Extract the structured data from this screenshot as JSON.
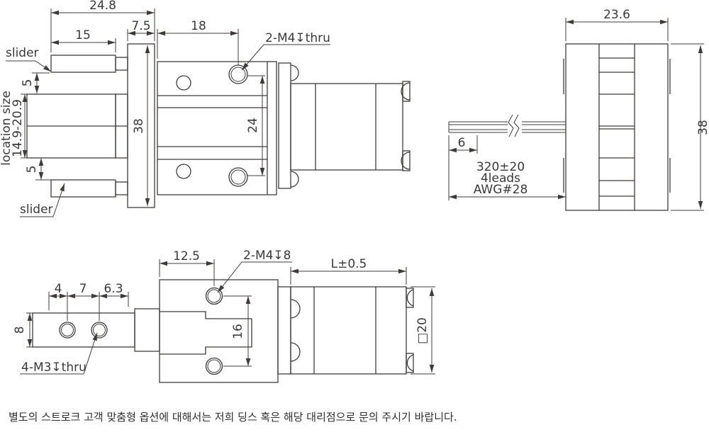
{
  "note": "별도의 스트로크 고객 맞춤형 옵션에 대해서는 저희 딩스 혹은 해당 대리점으로 문의 주시기 바랍니다.",
  "colors": {
    "line": "#403b38",
    "text": "#3a3a3a"
  },
  "views": {
    "front": {
      "labels": {
        "dim_24_8": "24.8",
        "dim_15": "15",
        "dim_7_5": "7.5",
        "dim_18": "18",
        "thread_label": "2-M4↧thru",
        "dim_5_top": "5",
        "dim_5_bottom": "5",
        "dim_38": "38",
        "dim_24": "24",
        "slider_top": "slider",
        "slider_bottom": "slider",
        "location_size_line1": "location size",
        "location_size_line2": "14.9-20.9"
      }
    },
    "side": {
      "labels": {
        "dim_23_6": "23.6",
        "dim_38": "38",
        "dim_6": "6",
        "cable_line1": "320±20",
        "cable_line2": "4leads",
        "cable_line3": "AWG#28"
      }
    },
    "bottom": {
      "labels": {
        "dim_12_5": "12.5",
        "thread_label_m4": "2-M4↧8",
        "dim_4": "4",
        "dim_7": "7",
        "dim_6_3": "6.3",
        "dim_8": "8",
        "dim_16": "16",
        "thread_label_m3": "4-M3↧thru",
        "dim_L": "L±0.5",
        "dim_sq20": "□20"
      }
    }
  }
}
